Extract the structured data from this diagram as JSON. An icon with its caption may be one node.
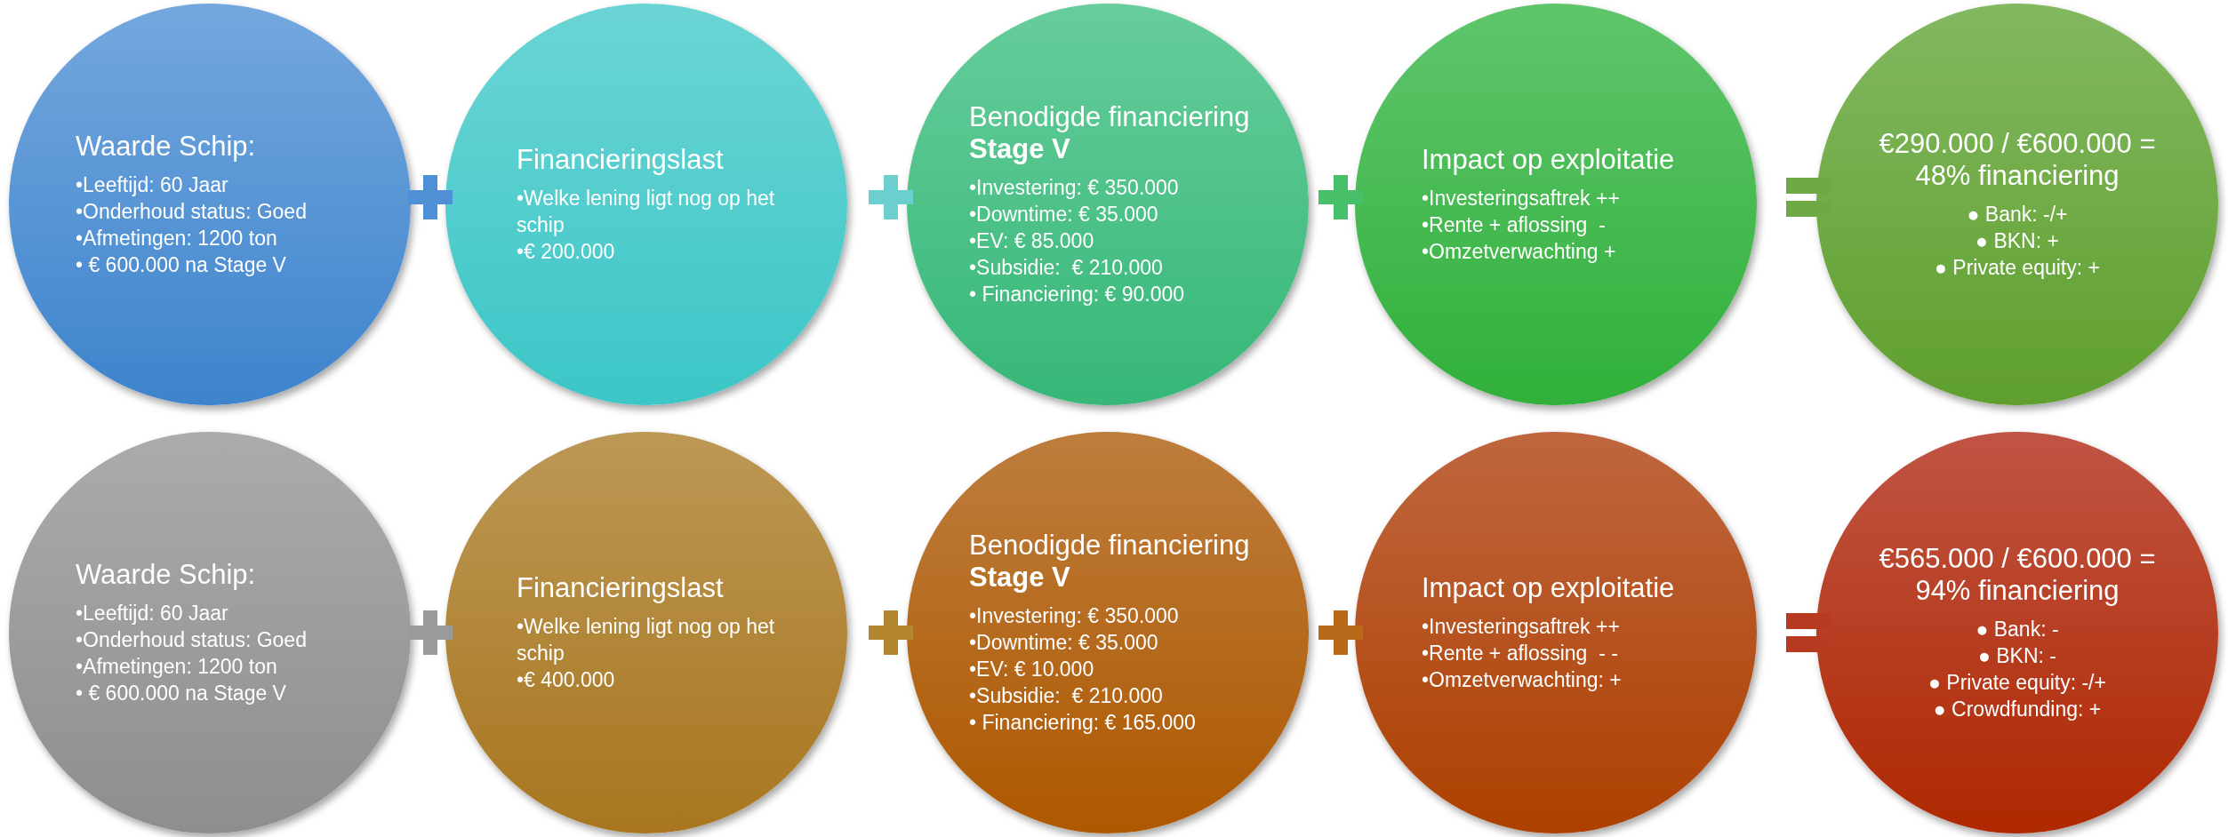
{
  "diagram": {
    "nodes": [
      {
        "text": [
          "Waarde Schip:",
          "•Leeftijd: 60 Jaar",
          "•Onderhoud status: Goed",
          "•Afmetingen: 1200 ton",
          "• € 600.000 na Stage V"
        ]
      },
      {
        "text": [
          "Financieringslast",
          "•Welke lening ligt nog op het schip",
          "•€ 200.000"
        ]
      },
      {
        "text": [
          "Benodigde financiering **Stage V**",
          "•Investering: € 350.000",
          "•Downtime: € 35.000",
          "•EV: € 85.000",
          "•Subsidie:  € 210.000",
          "• Financiering: € 90.000"
        ]
      },
      {
        "text": [
          "Impact op exploitatie",
          "•Investeringsaftrek ++",
          "•Rente + aflossing  -",
          "•Omzetverwachting +"
        ]
      },
      {
        "text": [
          "€290.000 / €600.000 = 48% financiering",
          "● Bank: -/+",
          "● BKN: +",
          "● Private equity: +"
        ]
      },
      {
        "text": [
          "Waarde Schip:",
          "•Leeftijd: 60 Jaar",
          "•Onderhoud status: Goed",
          "•Afmetingen: 1200 ton",
          "• € 600.000 na Stage V"
        ]
      },
      {
        "text": [
          "Financieringslast",
          "•Welke lening ligt nog op het schip",
          "•€ 400.000"
        ]
      },
      {
        "text": [
          "Benodigde financiering **Stage V**",
          "•Investering: € 350.000",
          "•Downtime: € 35.000",
          "•EV: € 10.000",
          "•Subsidie:  € 210.000",
          "• Financiering: € 165.000"
        ]
      },
      {
        "text": [
          "Impact op exploitatie",
          "•Investeringsaftrek ++",
          "•Rente + aflossing  - -",
          "•Omzetverwachting: +"
        ]
      },
      {
        "text": [
          "€565.000 / €600.000 = 94% financiering",
          "● Bank: -",
          "● BKN: -",
          "● Private equity: -/+",
          "● Crowdfunding: +"
        ]
      }
    ]
  }
}
